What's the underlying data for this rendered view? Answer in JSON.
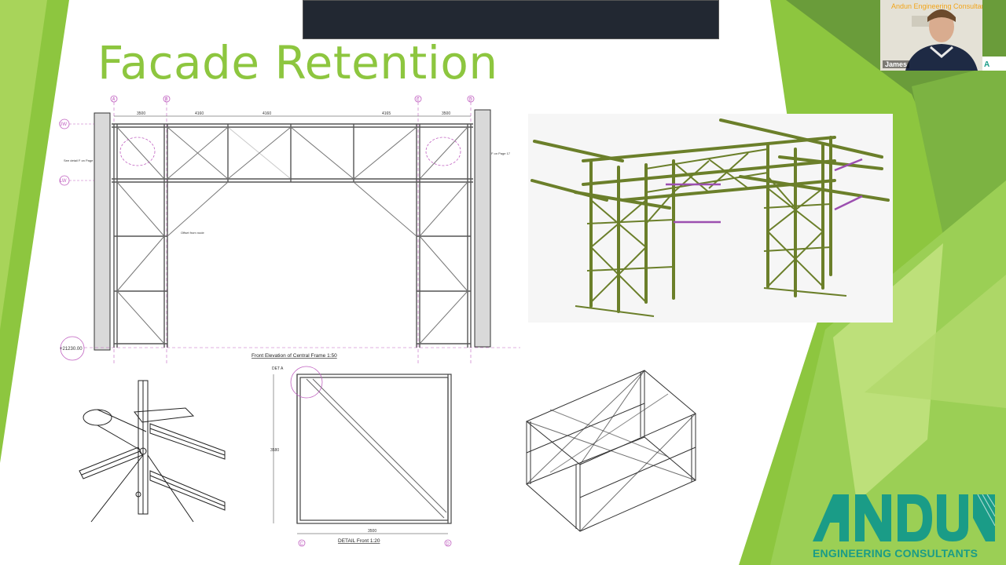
{
  "slide": {
    "title": "Facade Retention"
  },
  "elevation": {
    "caption": "Front Elevation of Central Frame 1:50",
    "grid_labels": [
      "A",
      "B",
      "C",
      "D"
    ],
    "level_uw": "UW",
    "level_lw": "LW",
    "level_bottom": "+21230.00",
    "dims": [
      "3500",
      "4160",
      "4160",
      "4165",
      "3500"
    ],
    "note_left": "See detail F on Page",
    "note_right": "F on Page 17",
    "note_offset": "Offset from node"
  },
  "detail": {
    "caption": "DETAIL Front 1:20",
    "marker": "DET A",
    "dim_bottom": "3500",
    "dim_side": "3580",
    "grid_left": "C",
    "grid_right": "D"
  },
  "video": {
    "firm": "Andun Engineering Consultants",
    "participant": "James"
  },
  "logo": {
    "tagline": "ENGINEERING CONSULTANTS"
  },
  "colors": {
    "title_green": "#8dc63f",
    "model_green": "#6b7f2a",
    "brand_teal": "#1a9c87"
  }
}
